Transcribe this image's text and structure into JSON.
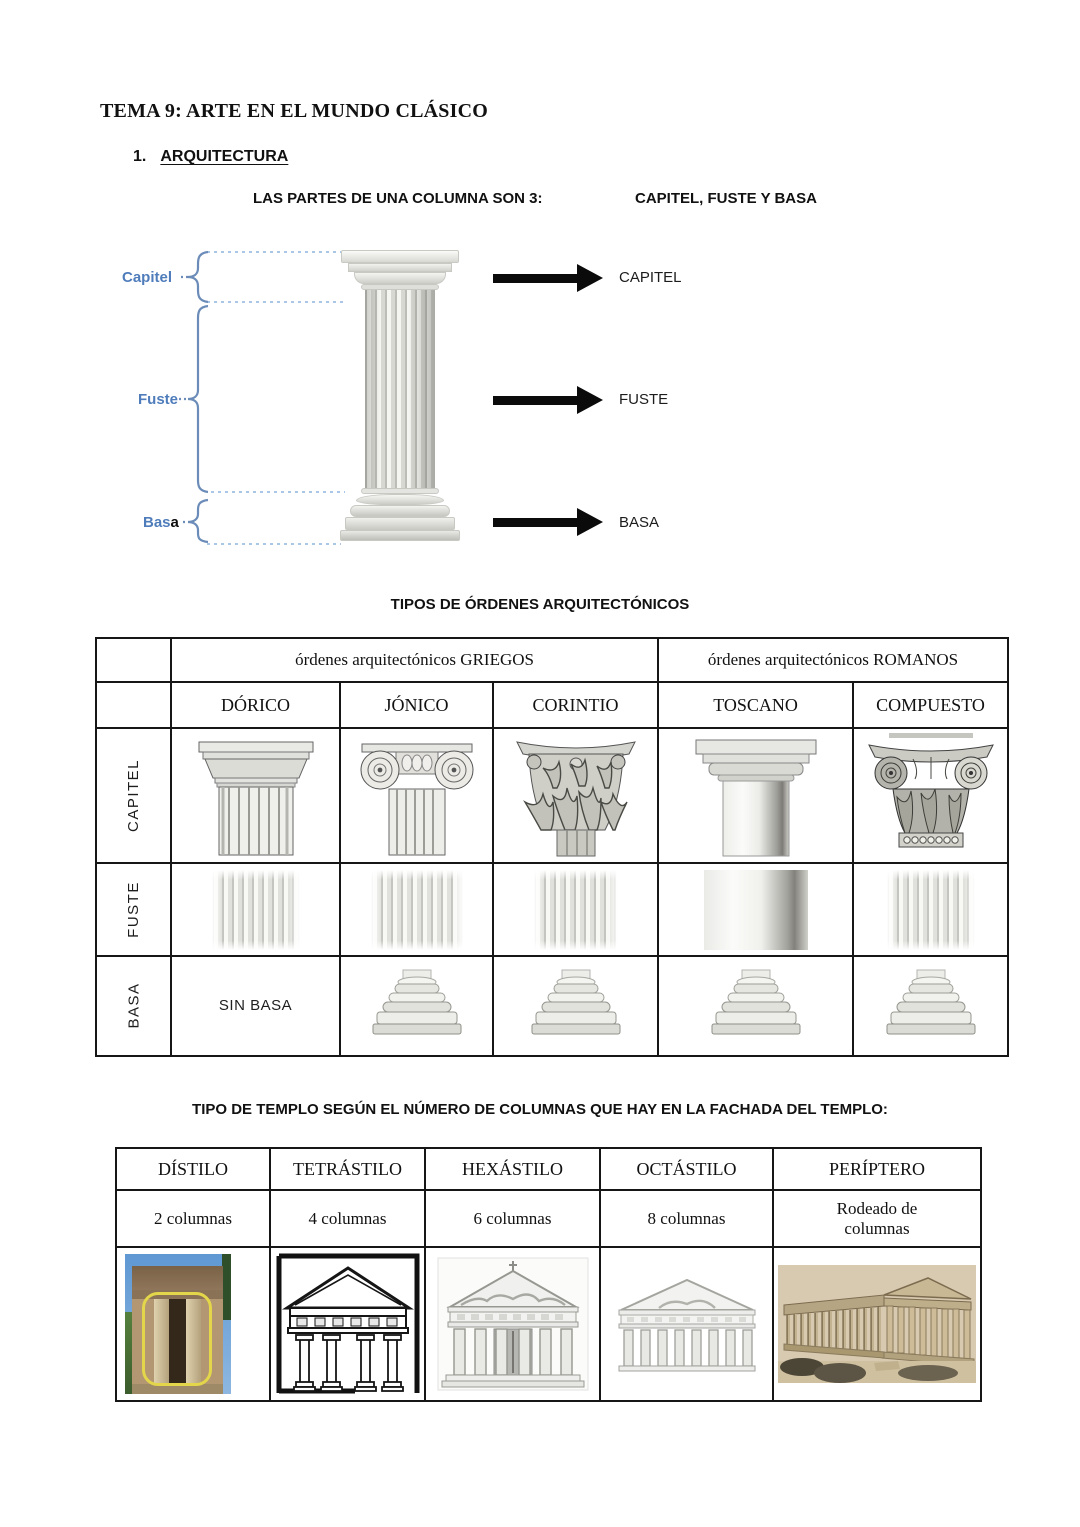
{
  "document": {
    "title": "TEMA 9: ARTE EN EL MUNDO CLÁSICO",
    "section": {
      "number": "1.",
      "title": "ARQUITECTURA"
    },
    "intro": {
      "label": "LAS PARTES DE UNA COLUMNA SON 3:",
      "value": "CAPITEL, FUSTE Y BASA"
    }
  },
  "column_diagram": {
    "part_labels": {
      "capitel": "Capitel",
      "fuste": "Fuste",
      "basa_blue": "Bas",
      "basa_cursor": "a"
    },
    "callouts": [
      "CAPITEL",
      "FUSTE",
      "BASA"
    ],
    "colors": {
      "label_blue": "#4f7dbb",
      "dash_blue": "#aac7e6",
      "arrow_black": "#0b0b0b"
    }
  },
  "orders_table": {
    "heading": "TIPOS DE ÓRDENES ARQUITECTÓNICOS",
    "group_headers": [
      "órdenes arquitectónicos GRIEGOS",
      "órdenes arquitectónicos ROMANOS"
    ],
    "order_names": [
      "DÓRICO",
      "JÓNICO",
      "CORINTIO",
      "TOSCANO",
      "COMPUESTO"
    ],
    "row_labels": [
      "CAPITEL",
      "FUSTE",
      "BASA"
    ],
    "basa_dorico_note": "SIN BASA"
  },
  "temples_table": {
    "heading": "TIPO DE TEMPLO SEGÚN EL NÚMERO DE COLUMNAS QUE HAY EN LA FACHADA DEL TEMPLO:",
    "types": [
      {
        "name": "DÍSTILO",
        "columns": "2 columnas"
      },
      {
        "name": "TETRÁSTILO",
        "columns": "4 columnas"
      },
      {
        "name": "HEXÁSTILO",
        "columns": "6 columnas"
      },
      {
        "name": "OCTÁSTILO",
        "columns": "8 columnas"
      },
      {
        "name": "PERÍPTERO",
        "columns": "Rodeado de columnas"
      }
    ],
    "highlight_yellow": "#e3d64a"
  }
}
